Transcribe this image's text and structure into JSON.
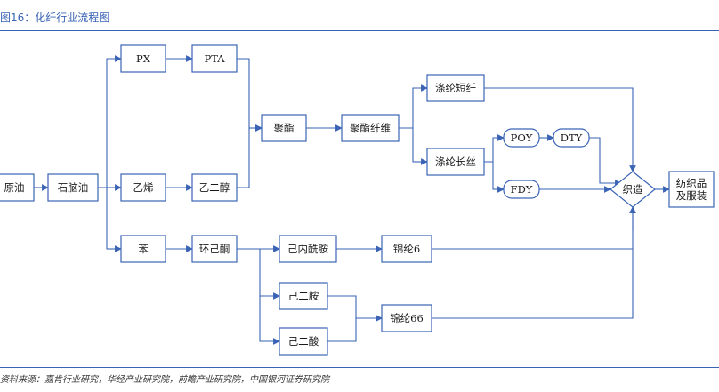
{
  "figure": {
    "title": "图16：化纤行业流程图",
    "source": "资料来源：嘉肯行业研究，华经产业研究院，前瞻产业研究院，中国银河证券研究院"
  },
  "colors": {
    "accent": "#3a63b5",
    "text": "#1a1a1a"
  },
  "nodes": [
    {
      "id": "crude_oil",
      "label": "原油"
    },
    {
      "id": "naphtha",
      "label": "石脑油"
    },
    {
      "id": "px",
      "label": "PX"
    },
    {
      "id": "pta",
      "label": "PTA"
    },
    {
      "id": "ethylene",
      "label": "乙烯"
    },
    {
      "id": "ethylene_glycol",
      "label": "乙二醇"
    },
    {
      "id": "polyester",
      "label": "聚酯"
    },
    {
      "id": "polyester_fiber",
      "label": "聚酯纤维"
    },
    {
      "id": "staple_fiber",
      "label": "涤纶短纤"
    },
    {
      "id": "filament",
      "label": "涤纶长丝"
    },
    {
      "id": "poy",
      "label": "POY"
    },
    {
      "id": "dty",
      "label": "DTY"
    },
    {
      "id": "fdy",
      "label": "FDY"
    },
    {
      "id": "weaving",
      "label": "织造"
    },
    {
      "id": "textiles",
      "label": "纺织品\n及服装"
    },
    {
      "id": "benzene",
      "label": "苯"
    },
    {
      "id": "cyclohexanone",
      "label": "环己酮"
    },
    {
      "id": "caprolactam",
      "label": "己内酰胺"
    },
    {
      "id": "nylon6",
      "label": "锦纶6"
    },
    {
      "id": "hexamethylenediamine",
      "label": "己二胺"
    },
    {
      "id": "adipic_acid",
      "label": "己二酸"
    },
    {
      "id": "nylon66",
      "label": "锦纶66"
    }
  ],
  "edges": [
    [
      "crude_oil",
      "naphtha"
    ],
    [
      "naphtha",
      "px"
    ],
    [
      "naphtha",
      "ethylene"
    ],
    [
      "naphtha",
      "benzene"
    ],
    [
      "px",
      "pta"
    ],
    [
      "ethylene",
      "ethylene_glycol"
    ],
    [
      "pta",
      "polyester"
    ],
    [
      "ethylene_glycol",
      "polyester"
    ],
    [
      "polyester",
      "polyester_fiber"
    ],
    [
      "polyester_fiber",
      "staple_fiber"
    ],
    [
      "polyester_fiber",
      "filament"
    ],
    [
      "filament",
      "poy"
    ],
    [
      "filament",
      "fdy"
    ],
    [
      "poy",
      "dty"
    ],
    [
      "staple_fiber",
      "weaving"
    ],
    [
      "dty",
      "weaving"
    ],
    [
      "fdy",
      "weaving"
    ],
    [
      "nylon6",
      "weaving"
    ],
    [
      "nylon66",
      "weaving"
    ],
    [
      "weaving",
      "textiles"
    ],
    [
      "benzene",
      "cyclohexanone"
    ],
    [
      "cyclohexanone",
      "caprolactam"
    ],
    [
      "cyclohexanone",
      "hexamethylenediamine"
    ],
    [
      "cyclohexanone",
      "adipic_acid"
    ],
    [
      "caprolactam",
      "nylon6"
    ],
    [
      "hexamethylenediamine",
      "nylon66"
    ],
    [
      "adipic_acid",
      "nylon66"
    ]
  ]
}
